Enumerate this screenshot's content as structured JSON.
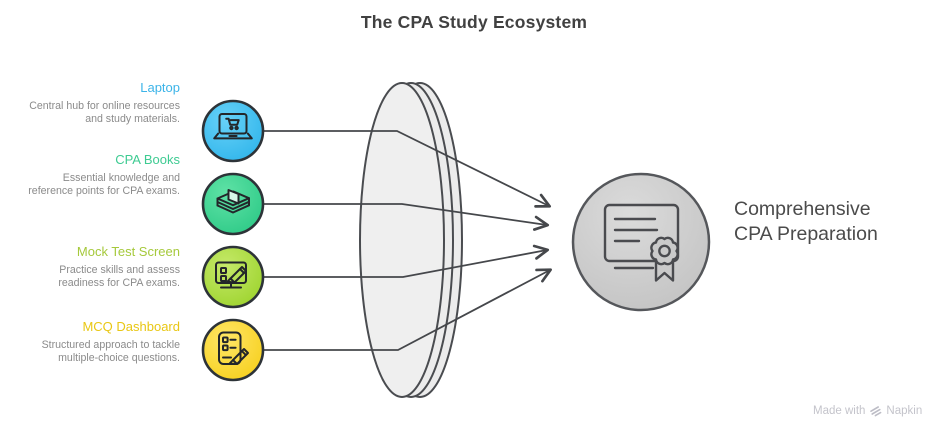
{
  "title": "The CPA Study Ecosystem",
  "items": [
    {
      "label": "Laptop",
      "description": "Central hub for online resources and study materials.",
      "accent_color": "#3cb4e8",
      "circle_color": "#45c0ef",
      "icon": "laptop-shopping-icon"
    },
    {
      "label": "CPA Books",
      "description": "Essential knowledge and reference points for CPA exams.",
      "accent_color": "#3ecb92",
      "circle_color": "#46d694",
      "icon": "books-stack-icon"
    },
    {
      "label": "Mock Test Screen",
      "description": "Practice skills and assess readiness for CPA exams.",
      "accent_color": "#a6c93c",
      "circle_color": "#afdb44",
      "icon": "monitor-pencil-icon"
    },
    {
      "label": "MCQ Dashboard",
      "description": "Structured approach to tackle multiple-choice questions.",
      "accent_color": "#e9c714",
      "circle_color": "#fbd93c",
      "icon": "checklist-pencil-icon"
    }
  ],
  "result": {
    "line1": "Comprehensive",
    "line2": "CPA Preparation",
    "circle_color": "#cccccc",
    "icon": "certificate-icon"
  },
  "watermark": {
    "prefix": "Made with",
    "brand": "Napkin"
  }
}
